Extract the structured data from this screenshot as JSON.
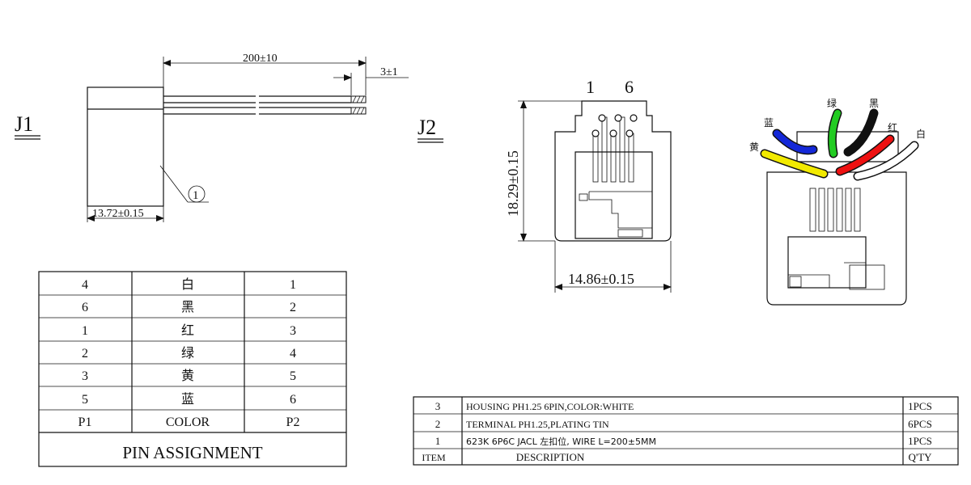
{
  "labels": {
    "j1": "J1",
    "j2": "J2",
    "balloon": "1"
  },
  "dimensions": {
    "cable_length": "200±10",
    "strip_length": "3±1",
    "j1_width": "13.72±0.15",
    "j2_height": "18.29±0.15",
    "j2_width": "14.86±0.15",
    "pin_first": "1",
    "pin_last": "6"
  },
  "wires": [
    {
      "label": "蓝",
      "color": "#1428d8"
    },
    {
      "label": "绿",
      "color": "#22cc22"
    },
    {
      "label": "黑",
      "color": "#111111"
    },
    {
      "label": "红",
      "color": "#ee1111"
    },
    {
      "label": "白",
      "color": "#ffffff"
    },
    {
      "label": "黄",
      "color": "#f2ea00"
    }
  ],
  "pin_table": {
    "rows": [
      [
        "4",
        "白",
        "1"
      ],
      [
        "6",
        "黑",
        "2"
      ],
      [
        "1",
        "红",
        "3"
      ],
      [
        "2",
        "绿",
        "4"
      ],
      [
        "3",
        "黄",
        "5"
      ],
      [
        "5",
        "蓝",
        "6"
      ],
      [
        "P1",
        "COLOR",
        "P2"
      ]
    ],
    "title": "PIN ASSIGNMENT"
  },
  "bom": {
    "rows": [
      [
        "3",
        "HOUSING PH1.25 6PIN,COLOR:WHITE",
        "1PCS"
      ],
      [
        "2",
        "TERMINAL PH1.25,PLATING TIN",
        "6PCS"
      ],
      [
        "1",
        "623K 6P6C JACL 左扣位, WIRE L=200±5MM",
        "1PCS"
      ],
      [
        "ITEM",
        "DESCRIPTION",
        "Q'TY"
      ]
    ]
  }
}
